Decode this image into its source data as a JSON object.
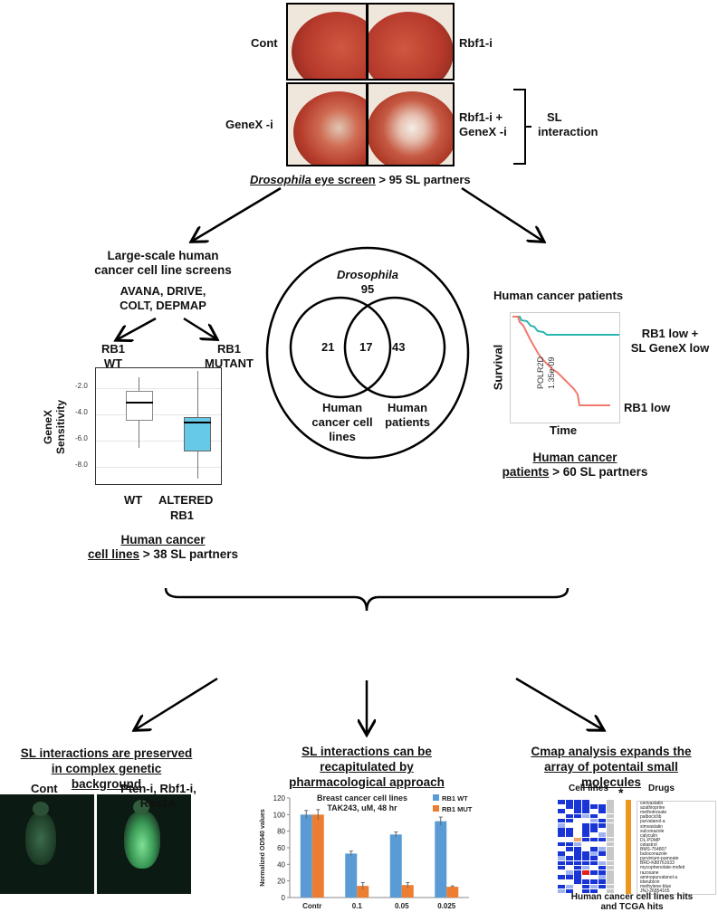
{
  "eye_panel": {
    "labels": {
      "cont": "Cont",
      "rbf1i": "Rbf1-i",
      "genex": "GeneX -i",
      "combo_1": "Rbf1-i +",
      "combo_2": "GeneX -i",
      "sl_1": "SL",
      "sl_2": "interaction"
    },
    "caption": {
      "part1": "Drosophila",
      "part2": " eye screen",
      "part3": " > 95 SL partners"
    }
  },
  "left_block": {
    "title_1": "Large-scale human",
    "title_2": "cancer cell line screens",
    "screens_1": "AVANA, DRIVE,",
    "screens_2": "COLT, DEPMAP",
    "wt_1": "RB1",
    "wt_2": "WT",
    "mut_1": "RB1",
    "mut_2": "MUTANT",
    "caption_1": "Human cancer",
    "caption_2": "cell lines",
    "caption_3": " > 38 SL partners"
  },
  "boxplot": {
    "ylabel_1": "GeneX",
    "ylabel_2": "Sensitivity",
    "ticks": [
      "-2.0",
      "-4.0",
      "-6.0",
      "-8.0"
    ],
    "xlabels": [
      "WT",
      "ALTERED"
    ],
    "xlabel_sub": "RB1",
    "colors": {
      "wt": "#ffffff",
      "altered": "#66c9e6"
    }
  },
  "venn": {
    "title_1": "Drosophila",
    "title_2": "95",
    "left_only": "21",
    "overlap": "17",
    "right_only": "43",
    "left_1": "Human",
    "left_2": "cancer cell",
    "left_3": "lines",
    "right_1": "Human",
    "right_2": "patients"
  },
  "survival": {
    "title": "Human cancer patients",
    "ylabel": "Survival",
    "xlabel": "Time",
    "gene": "POLR2D",
    "pval": "1.35e-09",
    "series": [
      {
        "name": "RB1 low + SL GeneX low",
        "name_1": "RB1 low +",
        "name_2": "SL GeneX low",
        "color": "#29b6b0"
      },
      {
        "name": "RB1 low",
        "color": "#f07a6e"
      }
    ],
    "caption_1": "Human cancer",
    "caption_2": "patients",
    "caption_3": " > 60 SL partners"
  },
  "bottom_left": {
    "title_1": "SL interactions are preserved",
    "title_2": "in complex genetic",
    "title_3": "background",
    "cont": "Cont",
    "cross_1": "Pten-i, Rbf1-i,",
    "cross_2": "Ras1A"
  },
  "bottom_mid": {
    "title_1": "SL interactions can be",
    "title_2": "recapitulated by",
    "title_3": "pharmacological approach"
  },
  "bottom_right": {
    "title_1": "Cmap analysis expands the",
    "title_2": "array of potentail small",
    "title_3": "molecules",
    "col_cells": "Cell lines",
    "star": "*",
    "col_drugs": "Drugs",
    "drugs": [
      "cerivastatin",
      "azathioprine",
      "methotrexate",
      "palbociclib",
      "purvalanol-a",
      "simvastatin",
      "sulconazole",
      "calyculin",
      "DL-PDMP",
      "celastrol",
      "BMS-754807",
      "butoconazole",
      "pyrvinium-pamoate",
      "BRD-K88761633",
      "mycophenolate-mofeti",
      "razoxane",
      "aminopurvalanol-a",
      "idarubicin",
      "methylene-blue",
      "JNJ-26854165"
    ],
    "caption_1": "Human cancer cell lines hits",
    "caption_2": "and TCGA hits"
  },
  "chart_data": {
    "type": "bar",
    "title": "Breast cancer cell lines",
    "subtitle": "TAK243, uM, 48 hr",
    "ylabel": "Normalized OD540 values",
    "categories": [
      "Contr",
      "0.1",
      "0.05",
      "0.025"
    ],
    "ylim": [
      0,
      120
    ],
    "yticks": [
      "0",
      "20",
      "40",
      "60",
      "80",
      "100",
      "120"
    ],
    "series": [
      {
        "name": "RB1 WT",
        "color": "#5b9bd5",
        "values": [
          100,
          53,
          76,
          92
        ],
        "errors": [
          5,
          3,
          3,
          5
        ]
      },
      {
        "name": "RB1 MUT",
        "color": "#ed7d31",
        "values": [
          100,
          14,
          15,
          13
        ],
        "errors": [
          6,
          4,
          3,
          1
        ]
      }
    ],
    "legend": "top-right"
  }
}
